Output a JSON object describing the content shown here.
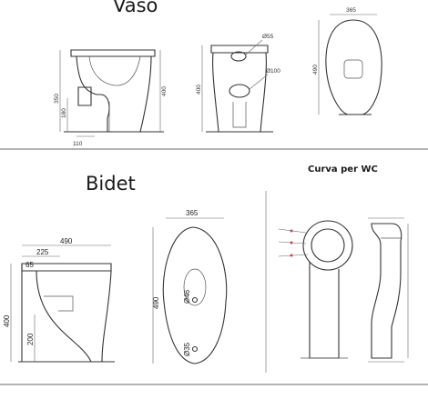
{
  "titles": {
    "vaso": "Vaso",
    "bidet": "Bidet",
    "curva": "Curva per WC"
  },
  "vaso_dims": {
    "side_total": "350",
    "side_mid": "180",
    "side_bottom": "110",
    "front_height": "400",
    "hole_top": "Ø55",
    "hole_bottom": "Ø100",
    "top_width": "365",
    "top_depth": "490",
    "extra_right": "400"
  },
  "bidet_dims": {
    "side_length": "490",
    "side_inner": "225",
    "side_rim": "65",
    "side_height": "400",
    "side_low": "200",
    "top_width": "365",
    "top_depth": "490",
    "hole_top": "Ø46",
    "hole_bottom": "Ø35"
  },
  "colors": {
    "line": "#333333",
    "separator": "#9a9a9a",
    "text": "#1a1a1a"
  }
}
